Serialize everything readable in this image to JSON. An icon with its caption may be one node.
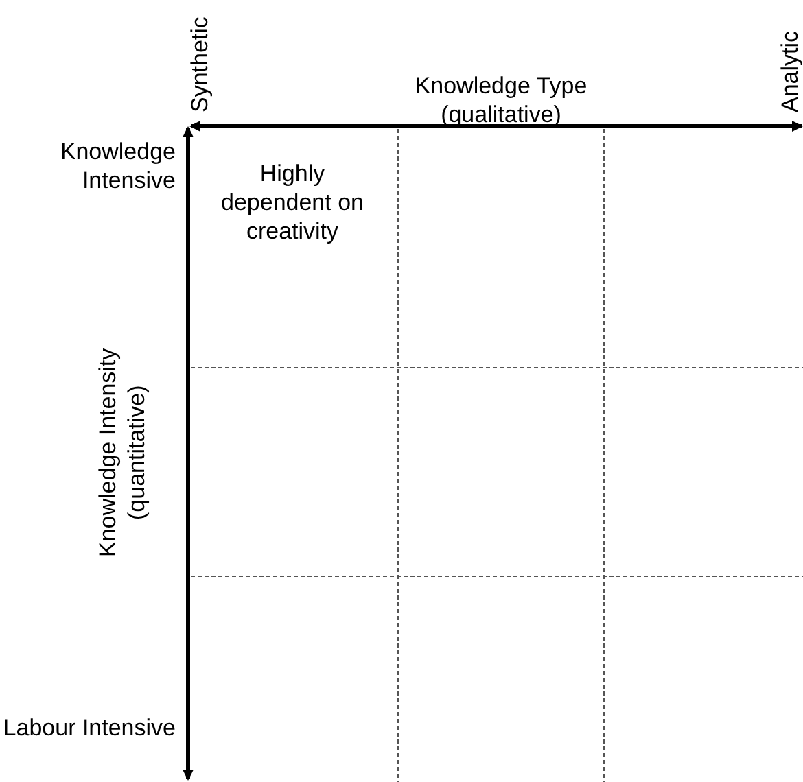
{
  "diagram": {
    "labels": [
      "Synthetic",
      "Knowledge Type (qualitative)",
      "Analytic",
      "Knowledge Intensive",
      "Highly dependent on creativity",
      "Knowledge Intensity (quantitative)",
      "Labour Intensive"
    ]
  }
}
